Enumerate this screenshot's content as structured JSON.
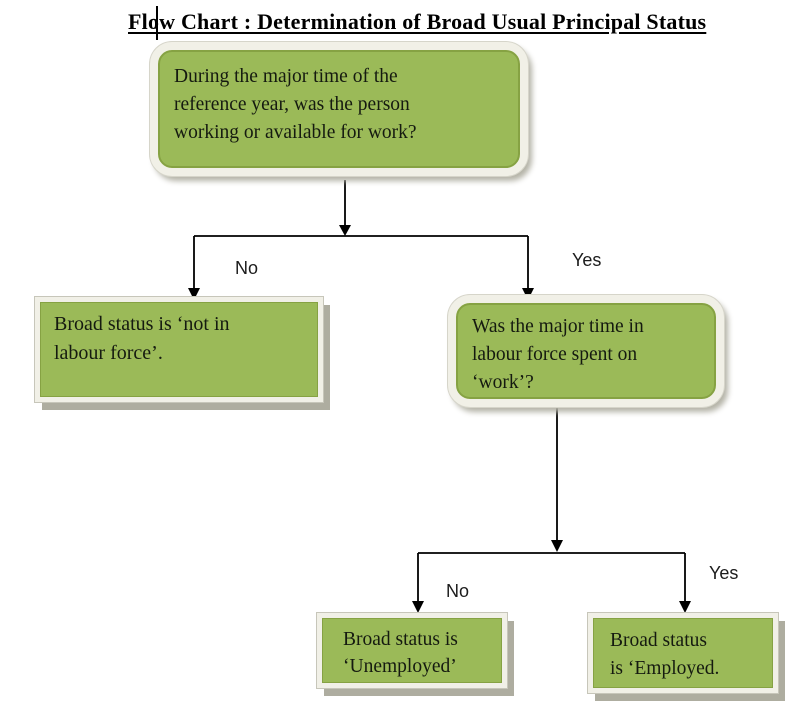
{
  "title": "Flow Chart : Determination of Broad Usual Principal Status",
  "nodes": {
    "q1": {
      "text": "During the major time of the reference year, was the person working or available for work?",
      "lines": [
        "During the major time of the",
        "reference year, was the person",
        "working or available for work?"
      ]
    },
    "not_in_labour_force": {
      "text": "Broad status is ‘not in labour force’.",
      "lines": [
        "Broad status is ‘not in",
        "labour force’."
      ]
    },
    "q2": {
      "text": "Was the major time in labour force spent on ‘work’?",
      "lines": [
        "Was the major time in",
        "labour force spent on",
        "‘work’?"
      ]
    },
    "unemployed": {
      "text": "Broad status is ‘Unemployed’",
      "lines": [
        "Broad status is",
        "‘Unemployed’"
      ]
    },
    "employed": {
      "text": "Broad status is ‘Employed.",
      "lines": [
        "Broad status",
        "is ‘Employed."
      ]
    }
  },
  "branch_labels": {
    "q1_no": "No",
    "q1_yes": "Yes",
    "q2_no": "No",
    "q2_yes": "Yes"
  },
  "colors": {
    "node_fill": "#9bba58",
    "node_inner_edge": "#86a243",
    "node_frame": "#f1f0e7",
    "frame_hairline": "#c7c6ba",
    "drop_shadow": "#aeada0",
    "connector_line": "#000000",
    "text": "#151a10"
  }
}
